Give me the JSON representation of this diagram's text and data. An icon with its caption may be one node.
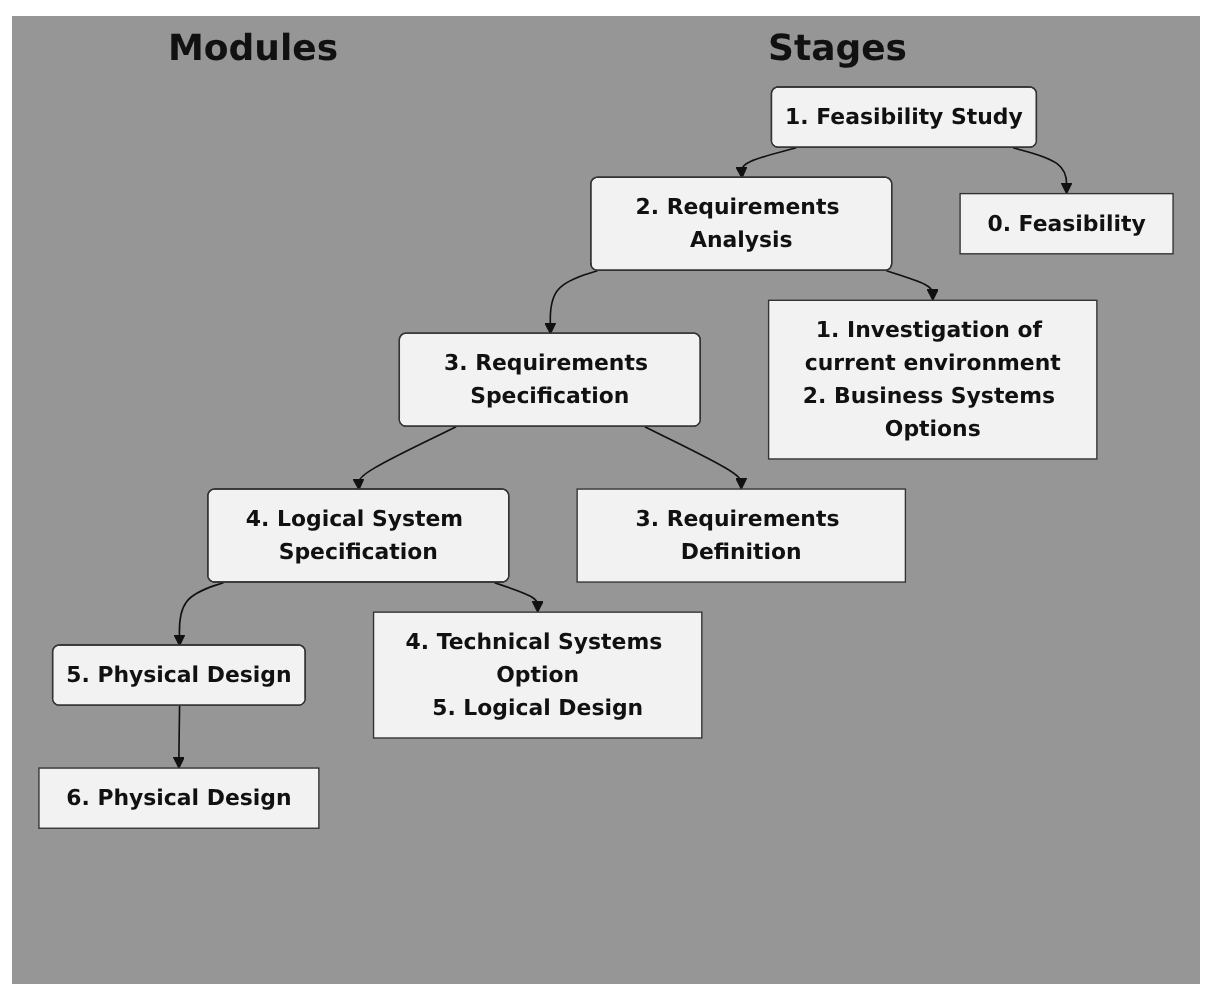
{
  "diagram": {
    "nodes": [
      {
        "text": [
          "1. Feasibility Study"
        ]
      },
      {
        "text": [
          "2. Requirements Analysis"
        ]
      },
      {
        "text": [
          "3. Requirements Specification"
        ]
      },
      {
        "text": [
          "4. Logical System Specification"
        ]
      },
      {
        "text": [
          "5. Physical Design"
        ]
      },
      {
        "text": [
          "0. Feasibility"
        ]
      },
      {
        "text": [
          "1. Investigation of current environment",
          "2. Business Systems Options"
        ]
      },
      {
        "text": [
          "3. Requirements Definition"
        ]
      },
      {
        "text": [
          "4. Technical Systems Option",
          "5. Logical Design"
        ]
      },
      {
        "text": [
          "6. Physical Design"
        ]
      }
    ],
    "edges": [
      {
        "from": 0,
        "to": 5,
        "arrow": "to"
      },
      {
        "from": 0,
        "to": 1,
        "arrow": "to"
      },
      {
        "from": 1,
        "to": 6,
        "arrow": "to"
      },
      {
        "from": 1,
        "to": 2,
        "arrow": "to"
      },
      {
        "from": 2,
        "to": 7,
        "arrow": "to"
      },
      {
        "from": 2,
        "to": 3,
        "arrow": "to"
      },
      {
        "from": 3,
        "to": 8,
        "arrow": "to"
      },
      {
        "from": 3,
        "to": 4,
        "arrow": "to"
      },
      {
        "from": 4,
        "to": 9,
        "arrow": "to"
      }
    ],
    "labels": [
      "Modules",
      "Stages"
    ]
  }
}
